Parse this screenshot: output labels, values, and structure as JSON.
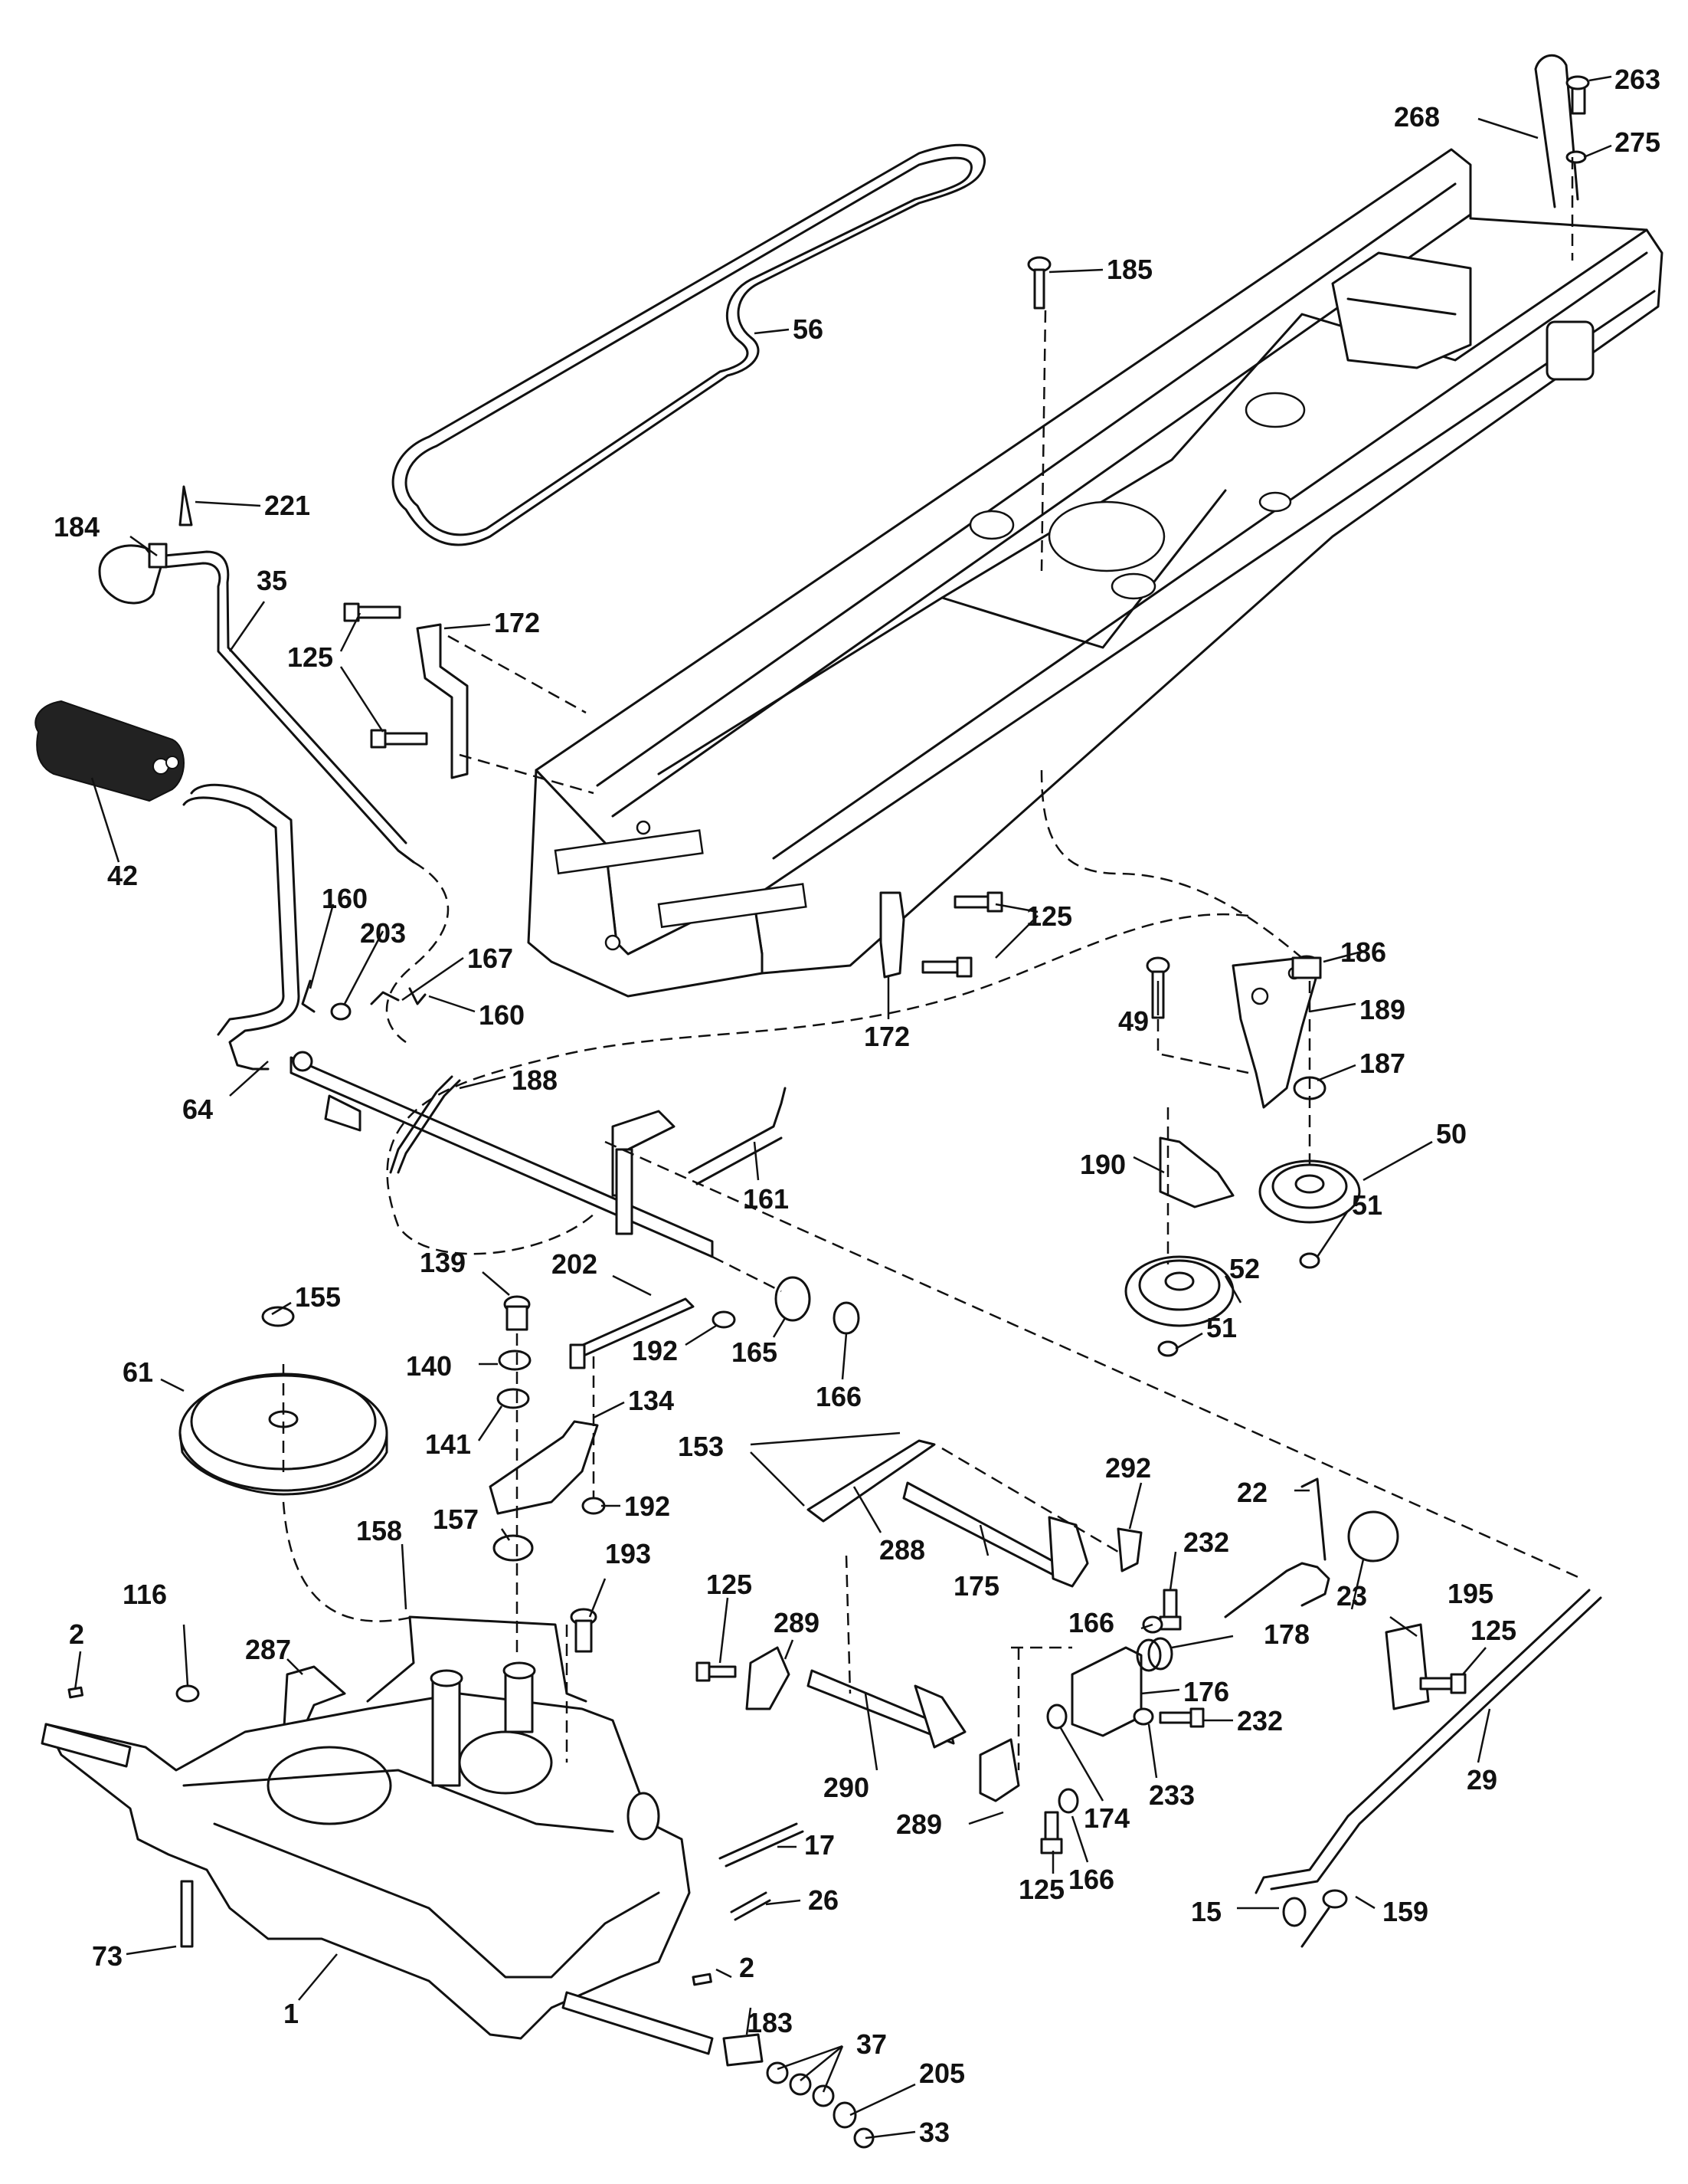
{
  "diagram": {
    "labels": {
      "l263": "263",
      "l268": "268",
      "l275": "275",
      "l185": "185",
      "l56": "56",
      "l221": "221",
      "l184": "184",
      "l35": "35",
      "l172a": "172",
      "l125a": "125",
      "l42": "42",
      "l125b": "125",
      "l186": "186",
      "l160a": "160",
      "l203": "203",
      "l167": "167",
      "l160b": "160",
      "l172b": "172",
      "l49": "49",
      "l189": "189",
      "l187": "187",
      "l64": "64",
      "l188": "188",
      "l50": "50",
      "l190": "190",
      "l161": "161",
      "l51a": "51",
      "l139": "139",
      "l202": "202",
      "l52": "52",
      "l155": "155",
      "l51b": "51",
      "l140": "140",
      "l192a": "192",
      "l165": "165",
      "l61": "61",
      "l134": "134",
      "l141": "141",
      "l166a": "166",
      "l153": "153",
      "l292": "292",
      "l157": "157",
      "l192b": "192",
      "l22": "22",
      "l288": "288",
      "l232a": "232",
      "l158": "158",
      "l193": "193",
      "l125c": "125",
      "l175": "175",
      "l23": "23",
      "l116": "116",
      "l166b": "166",
      "l195": "195",
      "l287": "287",
      "l289a": "289",
      "l178": "178",
      "l125d": "125",
      "l2a": "2",
      "l176": "176",
      "l232b": "232",
      "l290": "290",
      "l29": "29",
      "l174": "174",
      "l233": "233",
      "l17": "17",
      "l289b": "289",
      "l166c": "166",
      "l26": "26",
      "l125e": "125",
      "l73": "73",
      "l15": "15",
      "l159": "159",
      "l1": "1",
      "l2b": "2",
      "l183": "183",
      "l37": "37",
      "l205": "205",
      "l33": "33"
    }
  }
}
